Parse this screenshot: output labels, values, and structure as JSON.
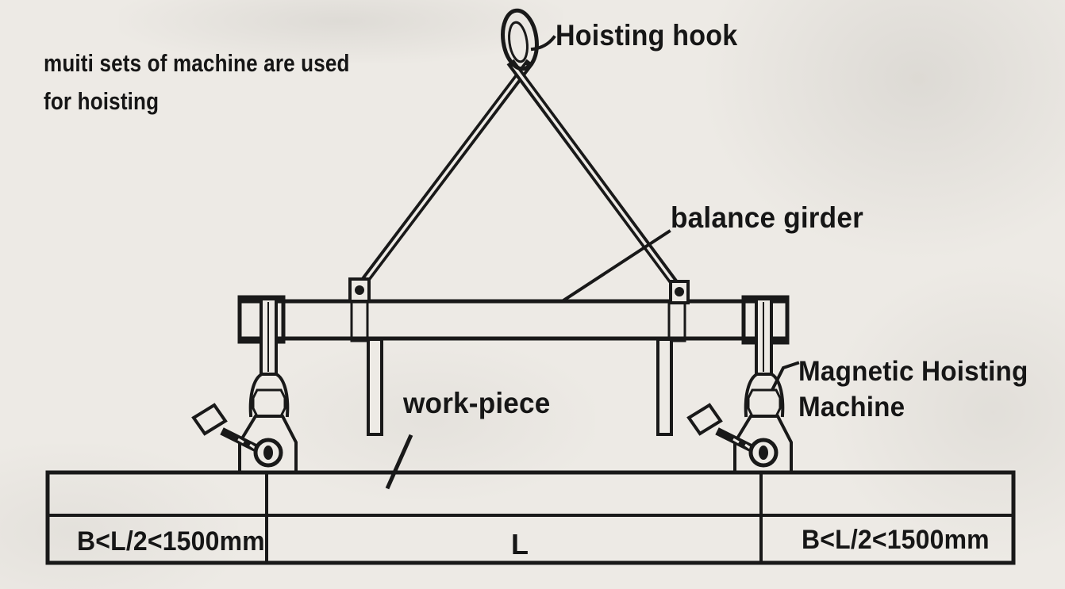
{
  "diagram": {
    "note": {
      "line1": "muiti sets of machine are used",
      "line2": "for hoisting"
    },
    "labels": {
      "hoisting_hook": "Hoisting hook",
      "balance_girder": "balance girder",
      "work_piece": "work-piece",
      "magnetic_machine": {
        "line1": "Magnetic Hoisting",
        "line2": "Machine"
      },
      "dim_left": "B<L/2<1500mm",
      "dim_span": "L",
      "dim_right": "B<L/2<1500mm"
    },
    "colors": {
      "ink": "#1c1c1c",
      "paper": "#eae7e2"
    }
  }
}
